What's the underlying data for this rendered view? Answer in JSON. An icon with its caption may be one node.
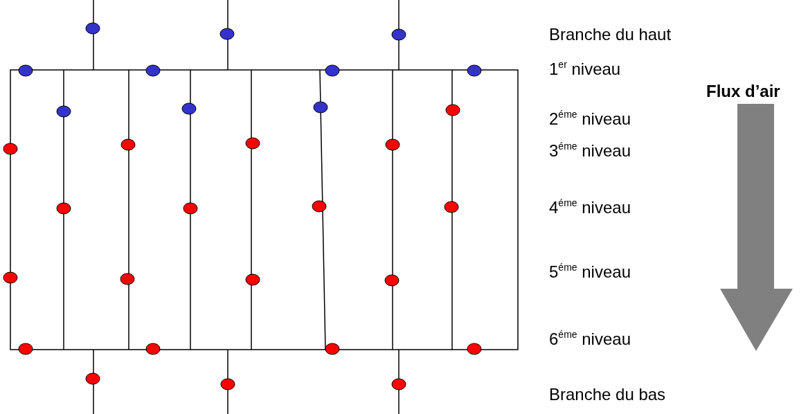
{
  "diagram": {
    "labels": [
      "Branche du haut",
      "1$^{er}$ niveau",
      "2$^{éme}$ niveau",
      "3$^{éme}$ niveau",
      "4$^{éme}$ niveau",
      "5$^{éme}$ niveau",
      "6$^{éme}$ niveau",
      "Branche du bas",
      "Flux d’air"
    ]
  }
}
